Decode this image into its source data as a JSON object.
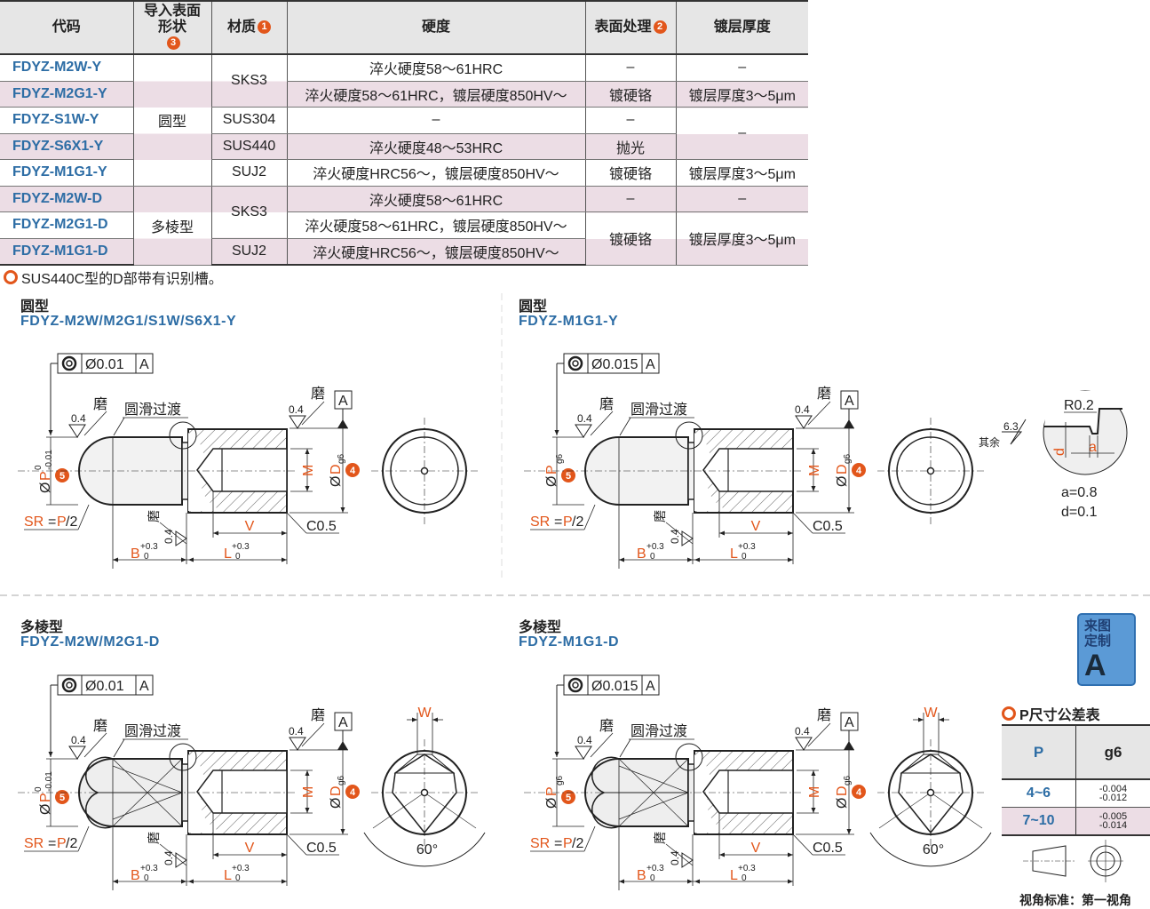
{
  "table": {
    "headers": {
      "code": "代码",
      "shape": "导入表面形状",
      "material": "材质",
      "hardness": "硬度",
      "surface": "表面处理",
      "thickness": "镀层厚度"
    },
    "header_badges": {
      "shape": "3",
      "material": "1",
      "surface": "2"
    },
    "rows": [
      {
        "code": "FDYZ-M2W-Y",
        "material": "SKS3",
        "hardness": "淬火硬度58～61HRC",
        "surface": "–",
        "thickness": "–"
      },
      {
        "code": "FDYZ-M2G1-Y",
        "hardness": "淬火硬度58～61HRC，镀层硬度850HV～",
        "surface": "镀硬铬",
        "thickness": "镀层厚度3～5μm"
      },
      {
        "code": "FDYZ-S1W-Y",
        "material": "SUS304",
        "hardness": "–",
        "surface": "–",
        "thickness": "–"
      },
      {
        "code": "FDYZ-S6X1-Y",
        "material": "SUS440",
        "hardness": "淬火硬度48～53HRC",
        "surface": "抛光"
      },
      {
        "code": "FDYZ-M1G1-Y",
        "material": "SUJ2",
        "hardness": "淬火硬度HRC56～，镀层硬度850HV～",
        "surface": "镀硬铬",
        "thickness": "镀层厚度3～5μm"
      },
      {
        "code": "FDYZ-M2W-D",
        "material": "SKS3",
        "hardness": "淬火硬度58～61HRC",
        "surface": "–",
        "thickness": "–"
      },
      {
        "code": "FDYZ-M2G1-D",
        "hardness": "淬火硬度58～61HRC，镀层硬度850HV～",
        "surface": "镀硬铬",
        "thickness": "镀层厚度3～5μm"
      },
      {
        "code": "FDYZ-M1G1-D",
        "material": "SUJ2",
        "hardness": "淬火硬度HRC56～，镀层硬度850HV～"
      }
    ],
    "shapes": {
      "round": "圆型",
      "multi": "多棱型"
    }
  },
  "note": "SUS440C型的D部带有识别槽。",
  "panels": [
    {
      "title": "圆型",
      "code": "FDYZ-M2W/M2G1/S1W/S6X1-Y",
      "fcf": "Ø0.01",
      "p_upper": "0",
      "p_lower": "-0.01"
    },
    {
      "title": "圆型",
      "code": "FDYZ-M1G1-Y",
      "fcf": "Ø0.015",
      "p_tol": "g6"
    },
    {
      "title": "多棱型",
      "code": "FDYZ-M2W/M2G1-D",
      "fcf": "Ø0.01",
      "p_upper": "0",
      "p_lower": "-0.01"
    },
    {
      "title": "多棱型",
      "code": "FDYZ-M1G1-D",
      "fcf": "Ø0.015",
      "p_tol": "g6"
    }
  ],
  "labels": {
    "datum": "A",
    "grind": "磨",
    "ra": "0.4",
    "smooth": "圆滑过渡",
    "M": "M",
    "D": "D",
    "D_tol": "g6",
    "dia": "Ø",
    "P": "P",
    "sr": "SR",
    "eq": "=",
    "half": "/2",
    "V": "V",
    "chamfer": "C0.5",
    "B": "B",
    "L": "L",
    "tol_up": "+0.3",
    "tol_lo": "0",
    "badge4": "4",
    "badge5": "5",
    "angle": "60°",
    "W": "W"
  },
  "detail": {
    "rest": "其余",
    "ra": "6.3",
    "radius": "R0.2",
    "a_label": "a",
    "d_label": "d",
    "a_value": "a=0.8",
    "d_value": "d=0.1"
  },
  "custom_badge": {
    "line1": "来图",
    "line2": "定制",
    "letter": "A"
  },
  "tolerance": {
    "title": "P尺寸公差表",
    "headers": [
      "P",
      "g6"
    ],
    "rows": [
      {
        "p": "4~6",
        "upper": "-0.004",
        "lower": "-0.012"
      },
      {
        "p": "7~10",
        "upper": "-0.005",
        "lower": "-0.014"
      }
    ]
  },
  "projection": "视角标准：第一视角",
  "colors": {
    "accent": "#e2561b",
    "code_blue": "#2d6da5",
    "pink": "#ecdde5",
    "header_gray": "#e6e6e6"
  }
}
